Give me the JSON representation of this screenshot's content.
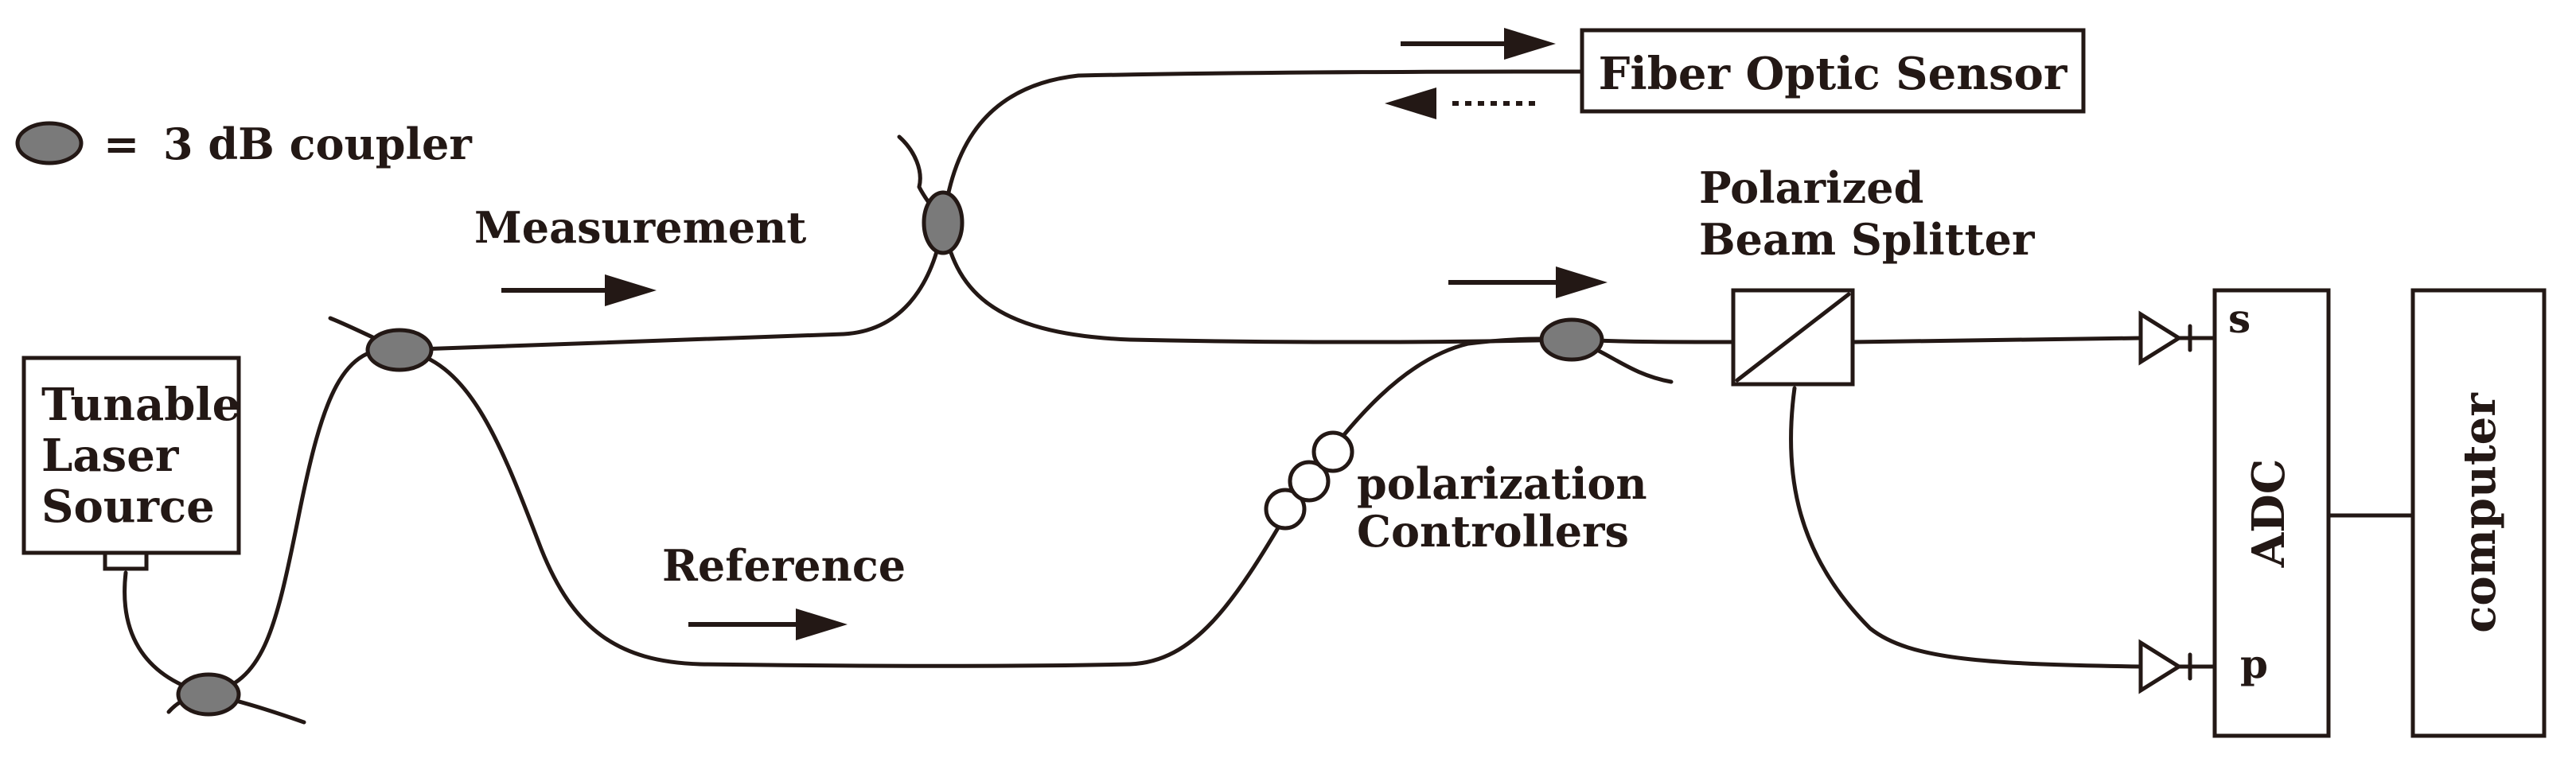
{
  "legend": {
    "equals": "=",
    "coupler_text": "3 dB coupler"
  },
  "labels": {
    "laser_line1": "Tunable",
    "laser_line2": "Laser",
    "laser_line3": "Source",
    "measurement": "Measurement",
    "reference": "Reference",
    "fiber_optic_sensor": "Fiber Optic Sensor",
    "pbs_line1": "Polarized",
    "pbs_line2": "Beam Splitter",
    "pc_line1": "polarization",
    "pc_line2": "Controllers",
    "adc": "ADC",
    "computer": "computer",
    "s_channel": "s",
    "p_channel": "p"
  },
  "colors": {
    "ink": "#231815",
    "coupler_fill": "#7a7a7a",
    "background": "#ffffff"
  },
  "icons": {
    "coupler": "grey-ellipse",
    "detector": "triangle-photodetector",
    "polarization_controller": "three-fiber-loops",
    "beam_splitter": "cube-with-diagonal"
  }
}
